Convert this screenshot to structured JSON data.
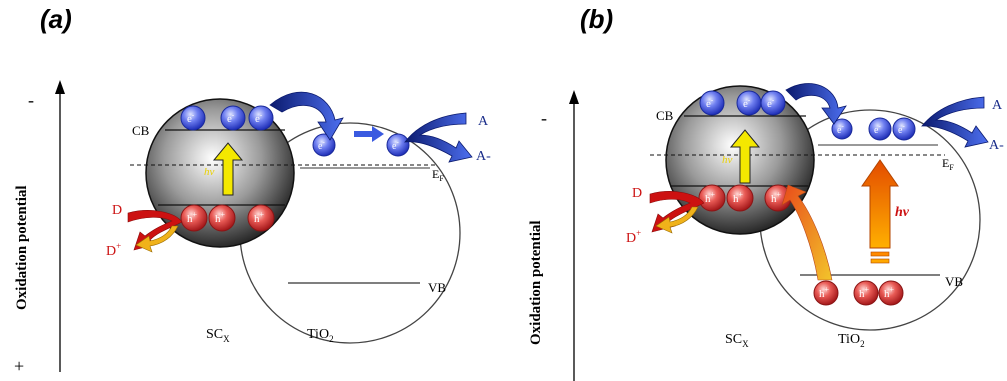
{
  "panels": [
    {
      "label": "(a)",
      "axis_title": "Oxidation potential",
      "axis_top": "-",
      "axis_bottom": "+",
      "cb": "CB",
      "vb": "VB",
      "ef": "E",
      "ef_sub": "F",
      "d": "D",
      "d_plus": "D",
      "d_plus_sup": "+",
      "a": "A",
      "a_minus": "A-",
      "hv": "hv",
      "sc": "SC",
      "sc_sub": "X",
      "tio2": "TiO",
      "tio2_sub": "2",
      "electron": "e",
      "electron_sup": "-",
      "hole": "h",
      "hole_sup": "+"
    },
    {
      "label": "(b)",
      "axis_title": "Oxidation potential",
      "axis_top": "-",
      "cb": "CB",
      "vb": "VB",
      "ef": "E",
      "ef_sub": "F",
      "d": "D",
      "d_plus": "D",
      "d_plus_sup": "+",
      "a": "A",
      "a_minus": "A-",
      "hv_sc": "hv",
      "hv_tio2": "hv",
      "sc": "SC",
      "sc_sub": "X",
      "tio2": "TiO",
      "tio2_sub": "2",
      "electron": "e",
      "electron_sup": "-",
      "hole": "h",
      "hole_sup": "+"
    }
  ],
  "colors": {
    "electron": "#3b4fd8",
    "hole": "#c8302e",
    "accent_red": "#cc1111",
    "accent_blue": "#1a2d8a"
  }
}
